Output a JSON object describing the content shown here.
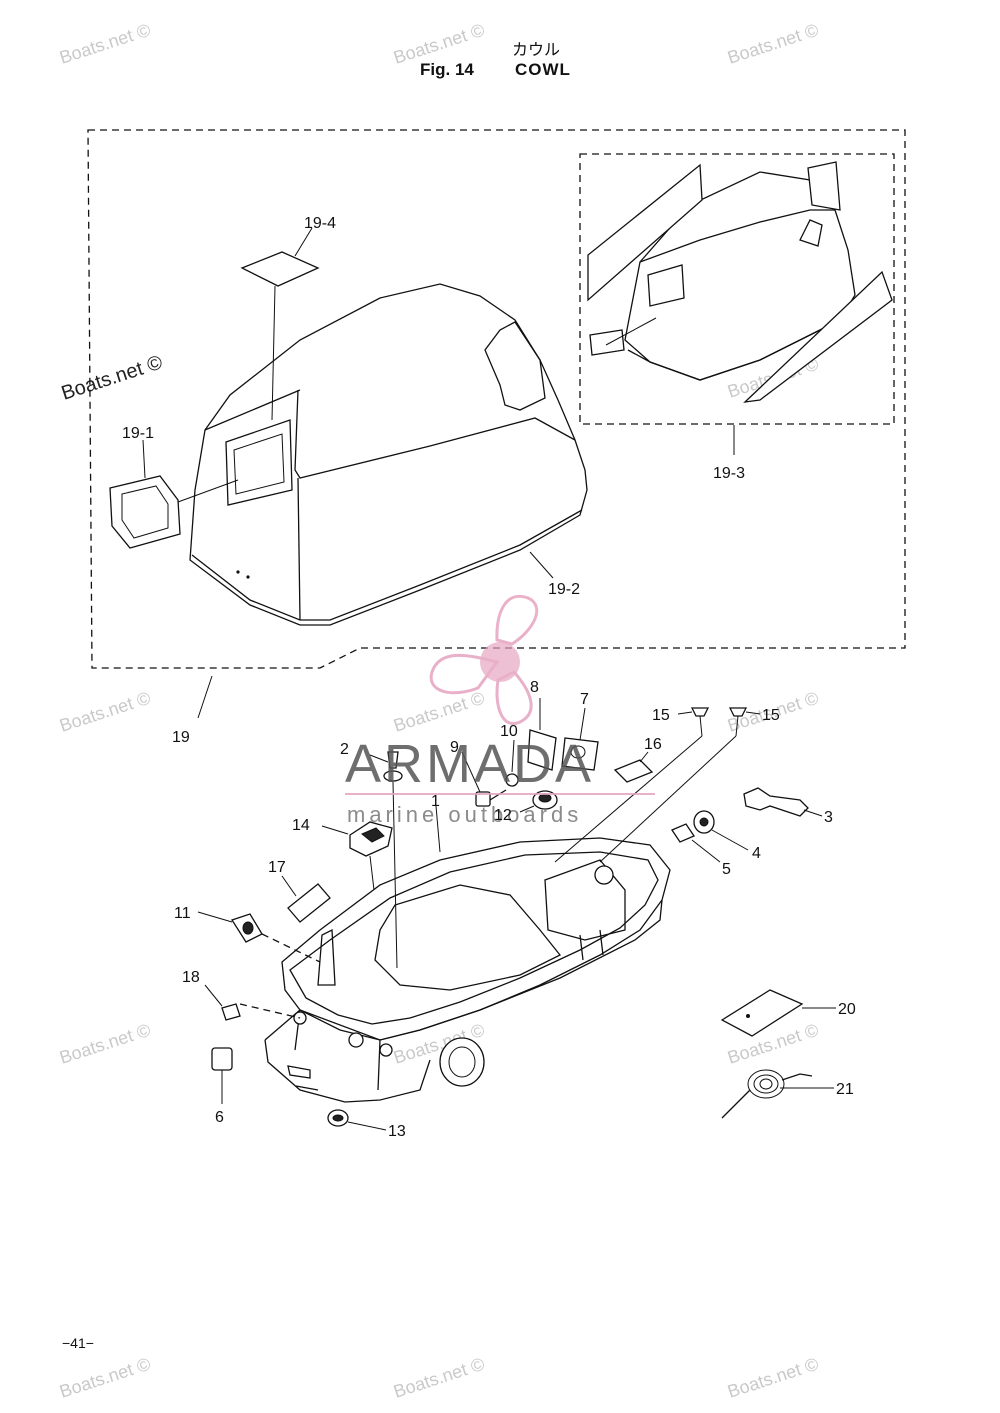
{
  "header": {
    "title_jp": "カウル",
    "fig_label": "Fig. 14",
    "title": "COWL"
  },
  "page_number": "−41−",
  "watermark": {
    "text": "Boats.net ©",
    "brand": "ARMADA",
    "brand_sub": "marine outboards",
    "brand_color": "#e6a3c0"
  },
  "callouts": {
    "c19_4": "19-4",
    "c19_1": "19-1",
    "c19_2": "19-2",
    "c19_3": "19-3",
    "c19": "19",
    "c1": "1",
    "c2": "2",
    "c3": "3",
    "c4": "4",
    "c5": "5",
    "c6": "6",
    "c7": "7",
    "c8": "8",
    "c9": "9",
    "c10": "10",
    "c11": "11",
    "c12": "12",
    "c13": "13",
    "c14": "14",
    "c15a": "15",
    "c15b": "15",
    "c16": "16",
    "c17": "17",
    "c18": "18",
    "c20": "20",
    "c21": "21"
  }
}
